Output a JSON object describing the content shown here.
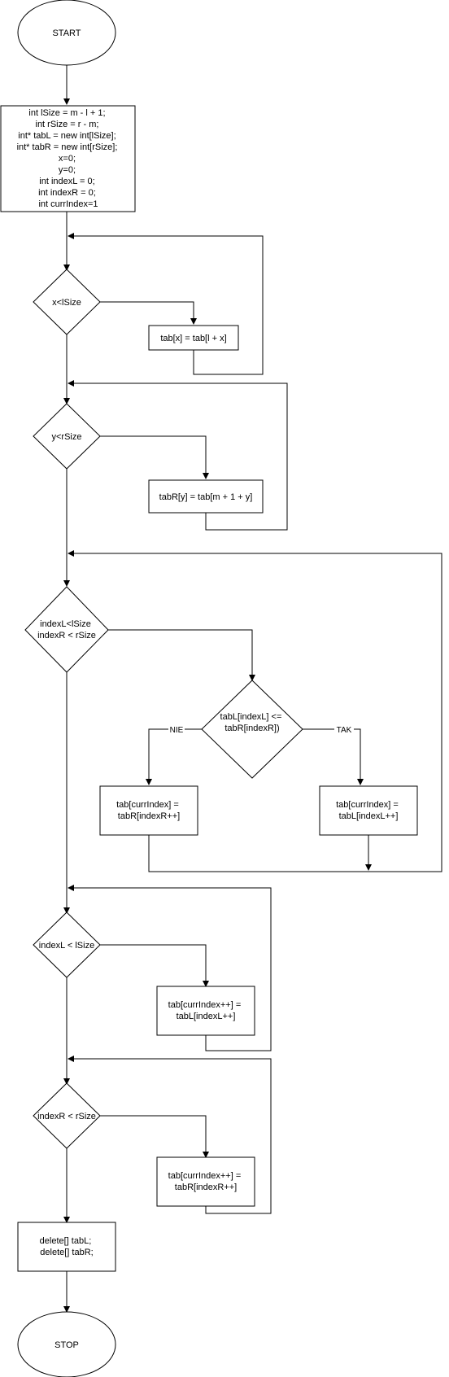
{
  "nodes": {
    "start": {
      "lines": [
        "START"
      ]
    },
    "init": {
      "lines": [
        "int lSize = m - l + 1;",
        "int rSize = r - m;",
        "int* tabL = new int[lSize];",
        "int* tabR = new int[rSize];",
        "x=0;",
        "y=0;",
        "int indexL = 0;",
        "int indexR = 0;",
        "int currIndex=1"
      ]
    },
    "cond_x": {
      "lines": [
        "x<lSize"
      ]
    },
    "copy_l": {
      "lines": [
        "tab[x] = tab[l + x]"
      ]
    },
    "cond_y": {
      "lines": [
        "y<rSize"
      ]
    },
    "copy_r": {
      "lines": [
        "tabR[y] = tab[m + 1 + y]"
      ]
    },
    "cond_merge": {
      "lines": [
        "indexL<lSize",
        "indexR < rSize"
      ]
    },
    "cond_cmp": {
      "lines": [
        "tabL[indexL] <=",
        "tabR[indexR])"
      ]
    },
    "take_r": {
      "lines": [
        "tab[currIndex] =",
        "tabR[indexR++]"
      ]
    },
    "take_l": {
      "lines": [
        "tab[currIndex] =",
        "tabL[indexL++]"
      ]
    },
    "cond_rest_l": {
      "lines": [
        "indexL < lSize"
      ]
    },
    "rest_l": {
      "lines": [
        "tab[currIndex++] =",
        "tabL[indexL++]"
      ]
    },
    "cond_rest_r": {
      "lines": [
        "indexR < rSize"
      ]
    },
    "rest_r": {
      "lines": [
        "tab[currIndex++] =",
        "tabR[indexR++]"
      ]
    },
    "cleanup": {
      "lines": [
        "delete[] tabL;",
        "delete[] tabR;"
      ]
    },
    "stop": {
      "lines": [
        "STOP"
      ]
    }
  },
  "edge_labels": {
    "no": "NIE",
    "yes": "TAK"
  }
}
